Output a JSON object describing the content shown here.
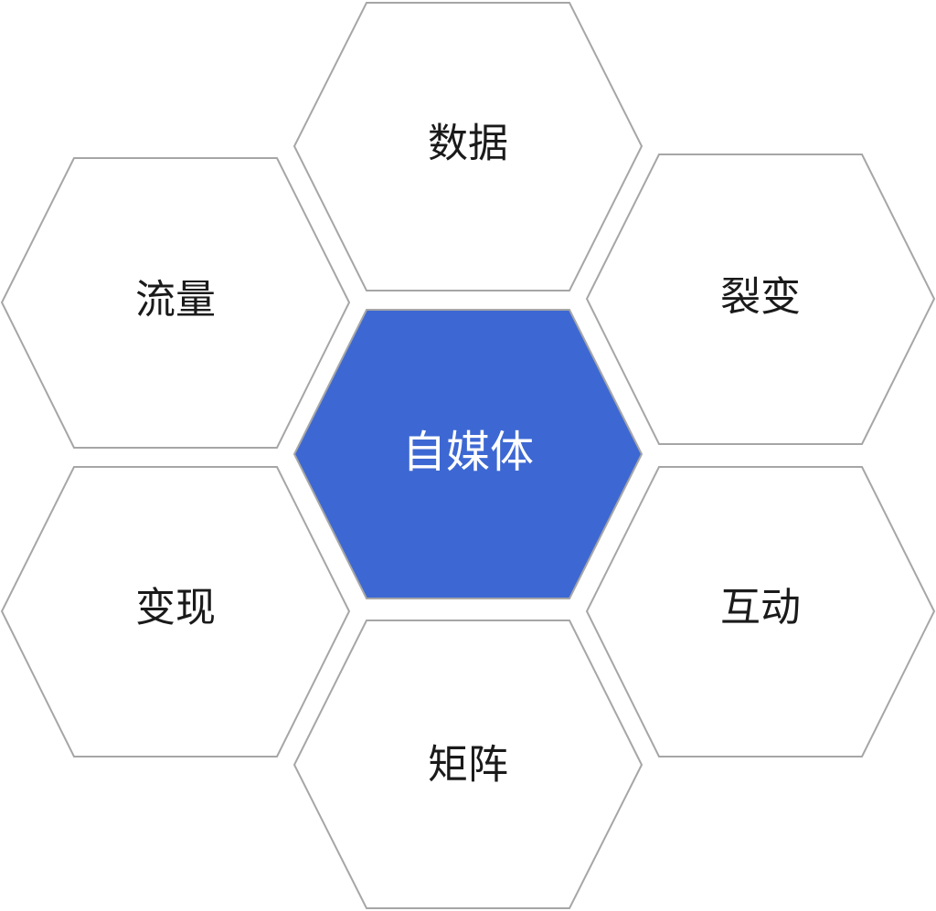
{
  "diagram": {
    "center": {
      "label": "自媒体",
      "color": "#3d68d3"
    },
    "nodes": {
      "top": {
        "label": "数据"
      },
      "upper_left": {
        "label": "流量"
      },
      "upper_right": {
        "label": "裂变"
      },
      "lower_left": {
        "label": "变现"
      },
      "lower_right": {
        "label": "互动"
      },
      "bottom": {
        "label": "矩阵"
      }
    },
    "colors": {
      "center_fill": "#3d68d3",
      "outline": "#a6a6a6",
      "text": "#1a1a1a",
      "center_text": "#ffffff"
    }
  }
}
